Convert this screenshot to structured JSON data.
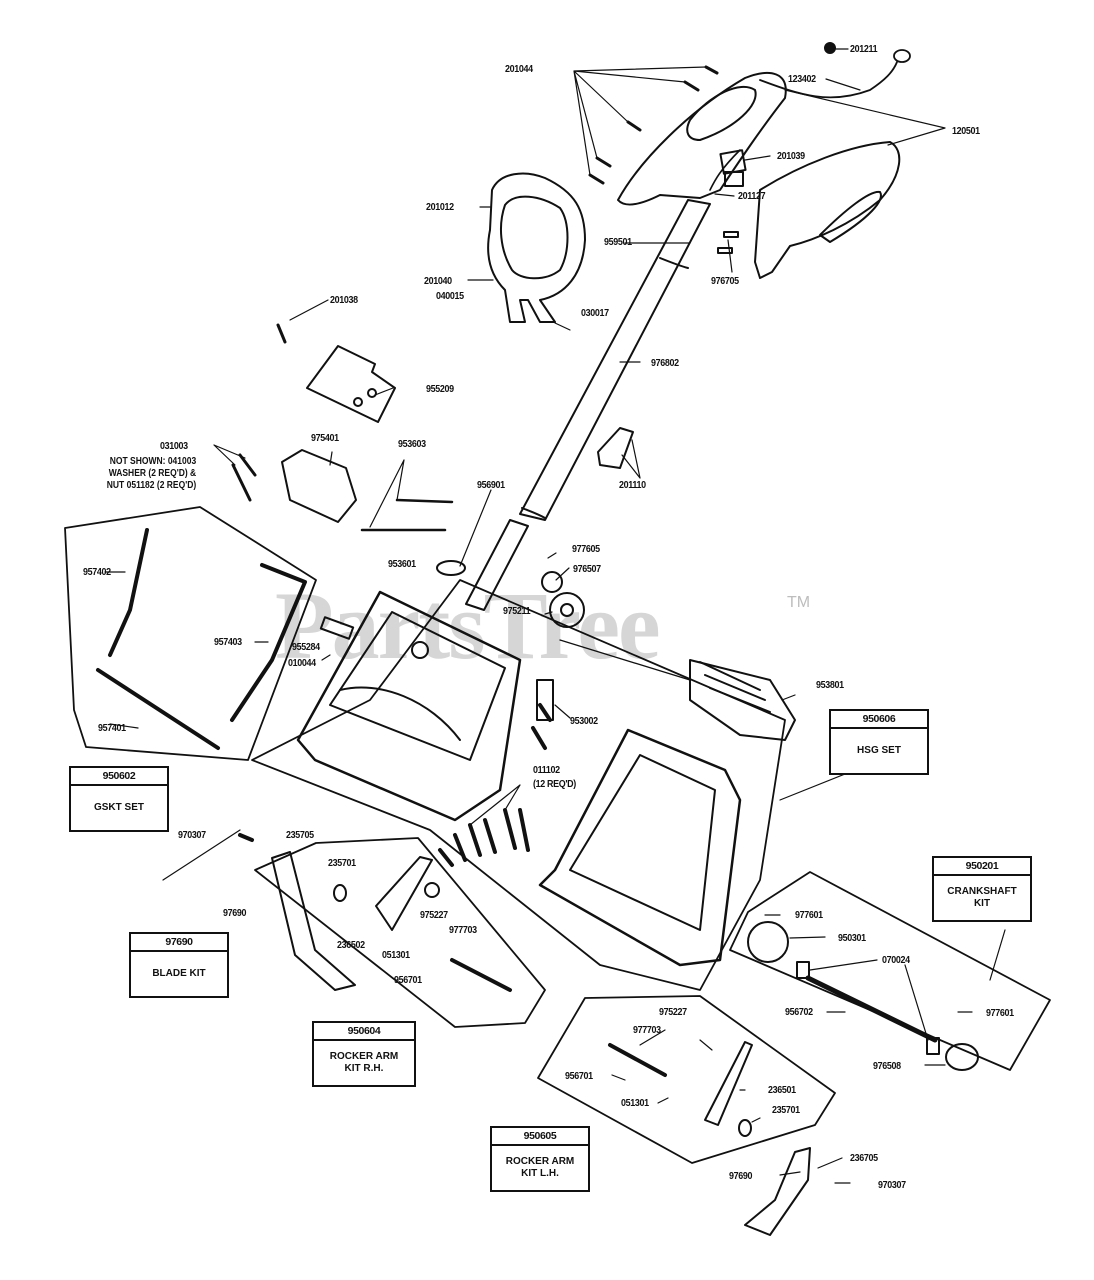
{
  "watermark": {
    "text": "PartsTree",
    "trademark": "TM"
  },
  "parts": [
    {
      "id": "201211"
    },
    {
      "id": "201044"
    },
    {
      "id": "123402"
    },
    {
      "id": "120501"
    },
    {
      "id": "201039"
    },
    {
      "id": "201127"
    },
    {
      "id": "201012"
    },
    {
      "id": "959501"
    },
    {
      "id": "976705"
    },
    {
      "id": "201040"
    },
    {
      "id": "040015"
    },
    {
      "id": "030017"
    },
    {
      "id": "201038"
    },
    {
      "id": "976802"
    },
    {
      "id": "955209"
    },
    {
      "id": "031003"
    },
    {
      "id": "975401"
    },
    {
      "id": "953603"
    },
    {
      "id": "201110"
    },
    {
      "id": "956901"
    },
    {
      "id": "977605"
    },
    {
      "id": "953601"
    },
    {
      "id": "976507"
    },
    {
      "id": "957402"
    },
    {
      "id": "975211"
    },
    {
      "id": "957403"
    },
    {
      "id": "955284"
    },
    {
      "id": "010044"
    },
    {
      "id": "953801"
    },
    {
      "id": "957401"
    },
    {
      "id": "953002"
    },
    {
      "id": "011102",
      "qty": "(12 REQ'D)"
    },
    {
      "id": "970307"
    },
    {
      "id": "235705"
    },
    {
      "id": "235701"
    },
    {
      "id": "97690"
    },
    {
      "id": "975227"
    },
    {
      "id": "236502"
    },
    {
      "id": "977703"
    },
    {
      "id": "051301"
    },
    {
      "id": "956701"
    },
    {
      "id": "977601"
    },
    {
      "id": "950301"
    },
    {
      "id": "070024"
    },
    {
      "id": "956702"
    },
    {
      "id": "976508"
    },
    {
      "id": "236501"
    }
  ],
  "labels": {
    "l201211": "201211",
    "l201044": "201044",
    "l123402": "123402",
    "l120501": "120501",
    "l201039": "201039",
    "l201127": "201127",
    "l201012": "201012",
    "l959501": "959501",
    "l976705": "976705",
    "l201040": "201040",
    "l040015": "040015",
    "l030017": "030017",
    "l201038": "201038",
    "l976802": "976802",
    "l955209": "955209",
    "l031003": "031003",
    "l975401": "975401",
    "l953603": "953603",
    "l201110": "201110",
    "l956901": "956901",
    "l977605": "977605",
    "l953601": "953601",
    "l976507": "976507",
    "l957402": "957402",
    "l975211": "975211",
    "l957403": "957403",
    "l955284": "955284",
    "l010044": "010044",
    "l953801": "953801",
    "l957401": "957401",
    "l953002": "953002",
    "l011102": "011102",
    "l011102q": "(12 REQ'D)",
    "l970307a": "970307",
    "l235705a": "235705",
    "l235701a": "235701",
    "l97690a": "97690",
    "l975227a": "975227",
    "l236502": "236502",
    "l977703a": "977703",
    "l051301a": "051301",
    "l956701a": "956701",
    "l977601a": "977601",
    "l950301": "950301",
    "l070024": "070024",
    "l956702": "956702",
    "l977601b": "977601",
    "l976508": "976508",
    "l975227b": "975227",
    "l977703b": "977703",
    "l956701b": "956701",
    "l236501": "236501",
    "l051301b": "051301",
    "l235701b": "235701",
    "l236705b": "236705",
    "l97690b": "97690",
    "l970307b": "970307"
  },
  "note": "NOT SHOWN: 041003\nWASHER (2 REQ'D) &\nNUT 051182 (2 REQ'D)",
  "kits": {
    "gasket": {
      "number": "950602",
      "name": "GSKT SET"
    },
    "housing": {
      "number": "950606",
      "name": "HSG SET"
    },
    "crankshaft": {
      "number": "950201",
      "name": "CRANKSHAFT\nKIT"
    },
    "blade": {
      "number": "97690",
      "name": "BLADE KIT"
    },
    "rocker_rh": {
      "number": "950604",
      "name": "ROCKER ARM\nKIT R.H."
    },
    "rocker_lh": {
      "number": "950605",
      "name": "ROCKER ARM\nKIT L.H."
    }
  }
}
